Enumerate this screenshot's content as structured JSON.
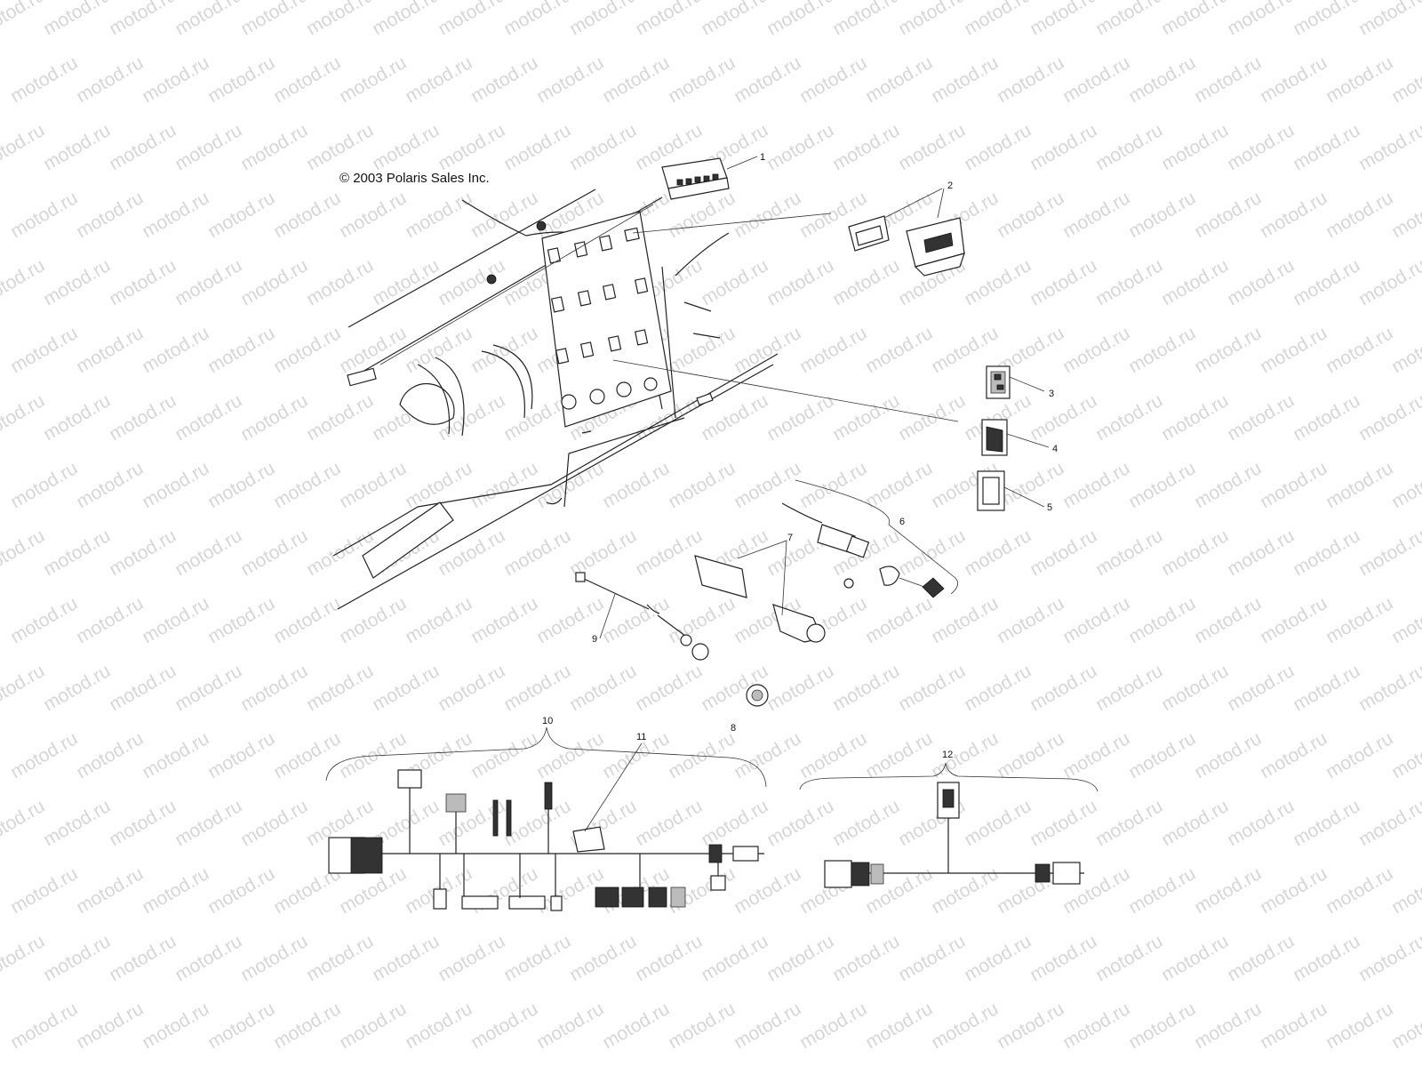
{
  "copyright": "© 2003 Polaris Sales Inc.",
  "watermark": "motod.ru",
  "callouts": [
    "1",
    "2",
    "3",
    "4",
    "5",
    "6",
    "7",
    "8",
    "9",
    "10",
    "11",
    "12"
  ],
  "colors": {
    "line": "#222222",
    "watermark": "#d6d6d6",
    "background": "#ffffff"
  }
}
